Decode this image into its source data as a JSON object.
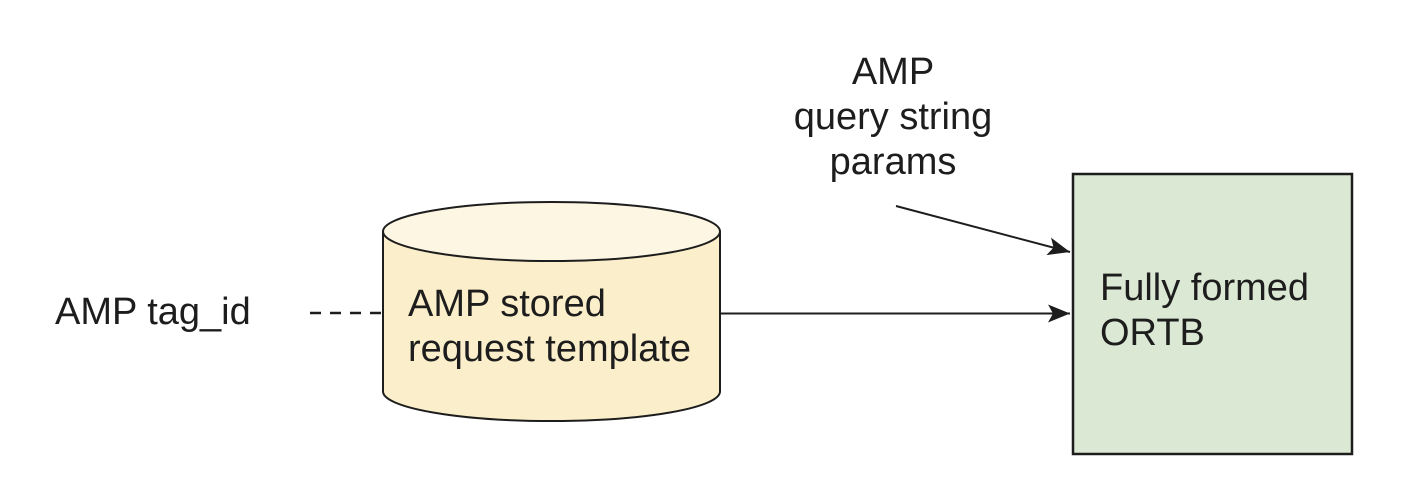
{
  "diagram": {
    "background_color": "#ffffff",
    "stroke_color": "#1d1d1d",
    "text_color": "#1d1d1d",
    "tag_id_label": {
      "text": "AMP tag_id"
    },
    "query_params_label": {
      "line1": "AMP",
      "line2": "query string",
      "line3": "params"
    },
    "cylinder": {
      "line1": "AMP stored",
      "line2": "request template",
      "body_fill": "#fbeeca",
      "top_fill": "#fdf6e3"
    },
    "ortb_box": {
      "line1": "Fully formed",
      "line2": "ORTB",
      "fill": "#dbe8d4"
    },
    "connectors": {
      "tag_id_to_cylinder": {
        "style": "dashed-line"
      },
      "cylinder_to_ortb": {
        "style": "solid-arrow"
      },
      "query_params_to_ortb": {
        "style": "solid-arrow"
      }
    }
  }
}
